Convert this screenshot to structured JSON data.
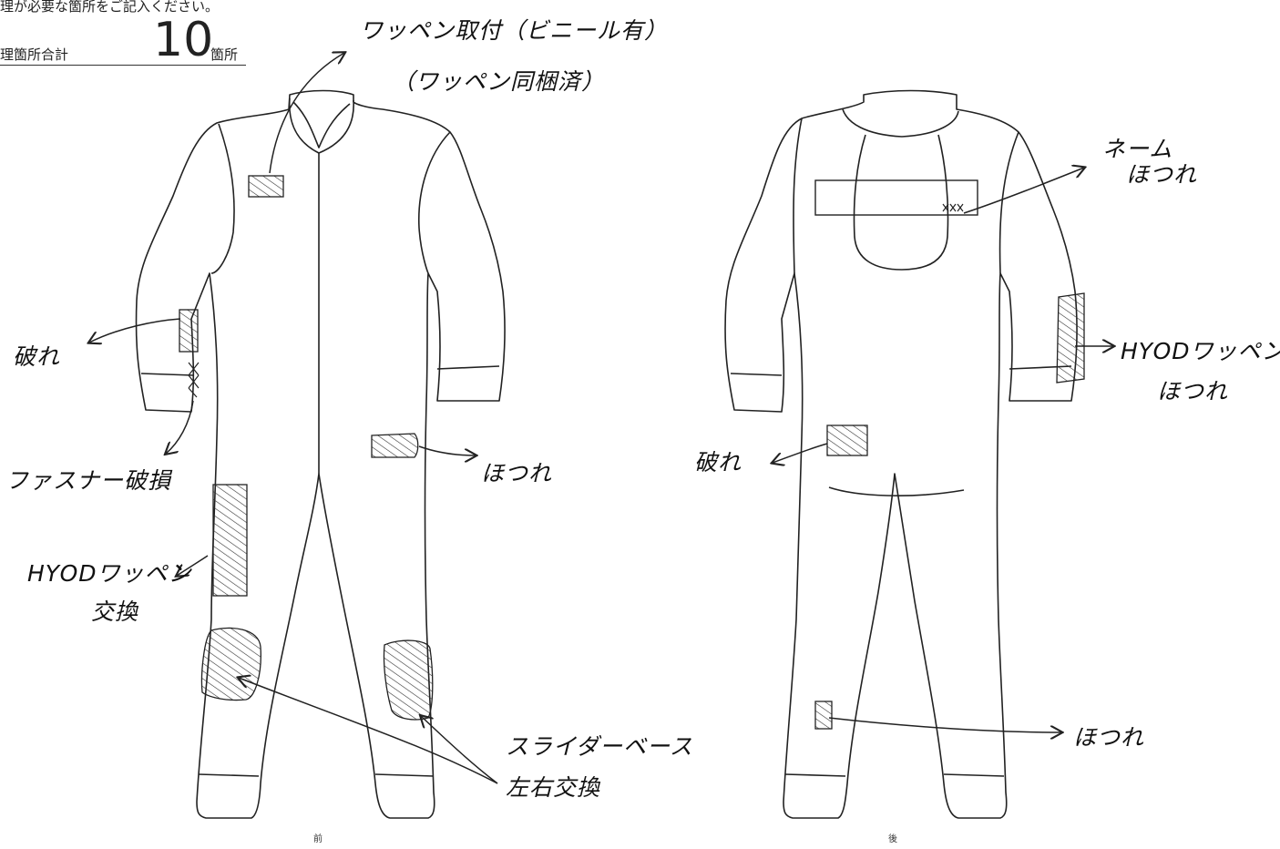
{
  "header": {
    "note": "理が必要な箇所をご記入ください。",
    "total_label": "理箇所合計",
    "total_count": "10",
    "total_unit": "箇所"
  },
  "front": {
    "caption": "前",
    "notes": {
      "patch_attach": "ワッペン取付（ビニール有）",
      "patch_enclosed": "（ワッペン同梱済）",
      "tear": "破れ",
      "zipper_damage": "ファスナー破損",
      "fray": "ほつれ",
      "hyod_patch": "HYODワッペン",
      "replace": "交換",
      "slider_base": "スライダーベース",
      "slider_replace": "左右交換"
    }
  },
  "back": {
    "caption": "後",
    "notes": {
      "name": "ネーム",
      "name_fray": "ほつれ",
      "hyod_patch": "HYODワッペン",
      "hyod_fray": "ほつれ",
      "tear": "破れ",
      "fray": "ほつれ"
    }
  }
}
